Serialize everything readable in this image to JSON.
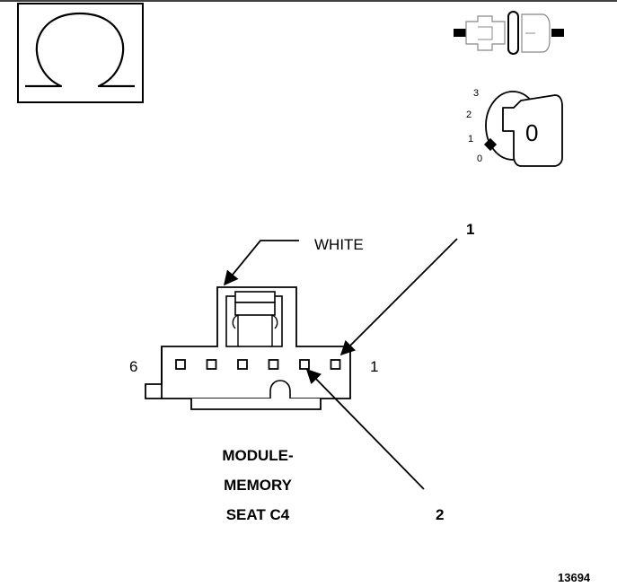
{
  "symbol": {
    "icon": "ohm-omega-icon",
    "glyph": "Ω"
  },
  "key_switch": {
    "positions": [
      "3",
      "2",
      "1",
      "0"
    ],
    "key_label": "0"
  },
  "connector": {
    "color_label": "WHITE",
    "pin_end_left": "6",
    "pin_end_right": "1",
    "pin_count": 6,
    "name_lines": [
      "MODULE-",
      "MEMORY",
      "SEAT C4"
    ]
  },
  "callouts": [
    "1",
    "2"
  ],
  "figure_id": "13694"
}
